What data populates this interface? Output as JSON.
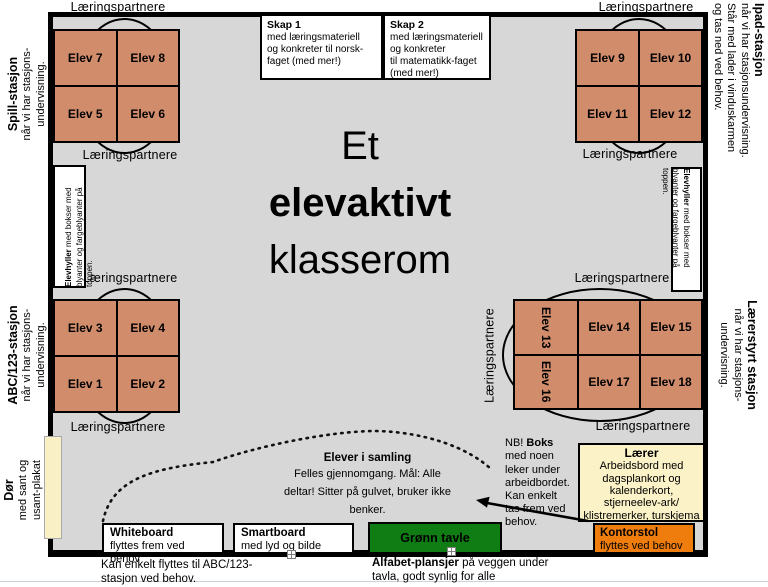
{
  "title": {
    "line1": "Et",
    "line2": "elevaktivt",
    "line3": "klasserom"
  },
  "labels": {
    "laeringspartnere": "Læringspartnere"
  },
  "desks": {
    "top_left": [
      "Elev 7",
      "Elev 8",
      "Elev 5",
      "Elev 6"
    ],
    "top_right": [
      "Elev 9",
      "Elev 10",
      "Elev 11",
      "Elev 12"
    ],
    "mid_left": [
      "Elev 3",
      "Elev 4",
      "Elev 1",
      "Elev 2"
    ],
    "mid_right": {
      "rotated_top": "Elev 13",
      "rotated_bottom": "Elev 16",
      "top_left": "Elev 14",
      "top_right": "Elev 15",
      "bottom_left": "Elev 17",
      "bottom_right": "Elev 18"
    }
  },
  "stations": {
    "spill": {
      "title": "Spill-stasjon",
      "sub": "når vi har stasjons-\nundervisning."
    },
    "abc": {
      "title": "ABC/123-stasjon",
      "sub": "når vi har stasjons-\nundervisning."
    },
    "door": {
      "title": "Dør",
      "sub": "med sant og\nusant-plakat"
    },
    "ipad": {
      "title": "Ipad-stasjon",
      "sub": "når vi har stasjonsundervisning.\nStår med lader i vinduskarmen\nog tas ned ved behov."
    },
    "laererstyrt": {
      "title": "Lærerstyrt stasjon",
      "sub": "når vi har stasjons-\nundervisning."
    }
  },
  "cabinets": {
    "skap1": {
      "title": "Skap 1",
      "body": "med læringsmateriell\nog konkreter til norsk-\nfaget (med mer!)"
    },
    "skap2": {
      "title": "Skap 2",
      "body": "med læringsmateriell\nog konkreter\ntil matematikk-faget\n(med mer!)"
    }
  },
  "shelves": {
    "bold": "Elevhyller",
    "rest": " med bokser med\nblyanter og fargeblyanter på\ntoppen."
  },
  "gathering": {
    "title": "Elever i samling",
    "body": "Felles gjennomgang. Mål: Alle\ndeltar! Sitter på gulvet, bruker ikke\nbenker."
  },
  "nb_note": {
    "prefix": "NB! ",
    "bold": "Boks",
    "body": "\nmed noen\nleker under\narbeidbordet.\nKan enkelt\ntas frem ved\nbehov."
  },
  "teacher_desk": {
    "title": "Lærer",
    "body": "Arbeidsbord med\ndagsplankort og\nkalenderkort,\nstjerneelev-ark/\nklistremerker, turskjema"
  },
  "office_chair": {
    "title": "Kontorstol",
    "body": "flyttes ved behov"
  },
  "whiteboard": {
    "title": "Whiteboard",
    "body": "flyttes frem ved behov"
  },
  "smartboard": {
    "title": "Smartboard",
    "body": "med lyd og bilde"
  },
  "green_board": {
    "title": "Grønn tavle"
  },
  "captions": {
    "whiteboard_note": "Kan enkelt flyttes til ABC/123-\nstasjon ved behov.",
    "alphabet_bold": "Alfabet-plansjer",
    "alphabet_rest": " på veggen under\ntavla, godt synlig for alle"
  },
  "colors": {
    "desk": "#D18D6B",
    "floor": "#D7D7D7",
    "wall": "#000000",
    "door_poster": "#FAF0C5",
    "teacher_desk": "#FBF2C7",
    "office_chair": "#EE7D0E",
    "green_board": "#0F7D13"
  }
}
